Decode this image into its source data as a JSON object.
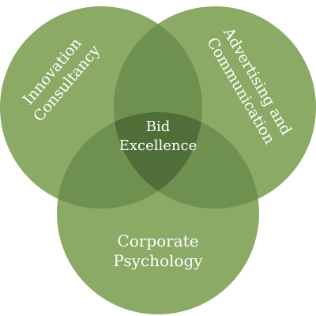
{
  "diagram": {
    "type": "venn",
    "colors": {
      "circle_fill": "#8aaa66",
      "overlap_pair": "#6f9150",
      "overlap_center": "#4f6e38",
      "text": "#ffffff"
    },
    "circles": [
      {
        "id": "innovation",
        "line1": "Innovation",
        "line2": "Consultancy"
      },
      {
        "id": "advertising",
        "line1": "Advertising and",
        "line2": "Communication"
      },
      {
        "id": "psychology",
        "line1": "Corporate",
        "line2": "Psychology"
      }
    ],
    "center": {
      "line1": "Bid",
      "line2": "Excellence"
    }
  }
}
